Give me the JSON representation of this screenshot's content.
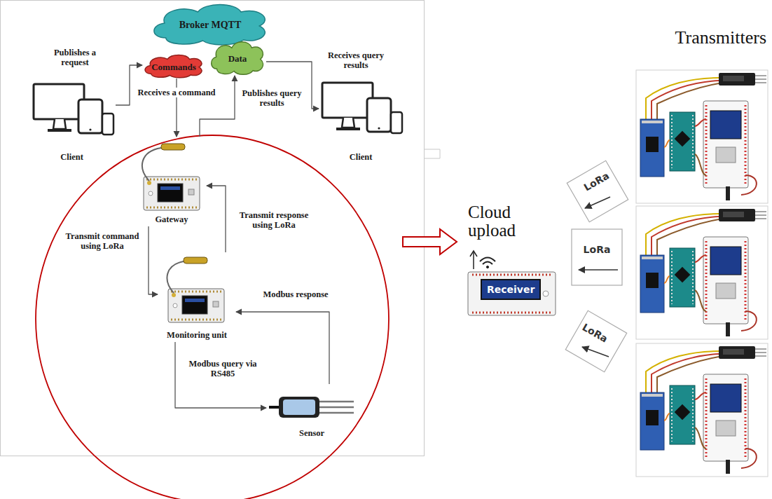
{
  "diagram": {
    "nodes": [
      {
        "text": [
          "Broker MQTT"
        ]
      },
      {
        "text": [
          "Commands"
        ]
      },
      {
        "text": [
          "Data"
        ]
      },
      {
        "text": [
          "Client"
        ]
      },
      {
        "text": [
          "Client"
        ]
      },
      {
        "text": [
          "Gateway"
        ]
      },
      {
        "text": [
          "Monitoring unit"
        ]
      },
      {
        "text": [
          "Sensor"
        ]
      },
      {
        "text": [
          "Receiver"
        ]
      },
      {
        "text": [
          "LoRa"
        ]
      },
      {
        "text": [
          "LoRa"
        ]
      },
      {
        "text": [
          "LoRa"
        ]
      }
    ],
    "edges": [
      {
        "from": 3,
        "to": 1,
        "label": "Publishes a request",
        "arrow": "to"
      },
      {
        "from": 1,
        "to": 5,
        "label": "Receives a command",
        "arrow": "to"
      },
      {
        "from": 5,
        "to": 2,
        "label": "Publishes query results",
        "arrow": "to"
      },
      {
        "from": 2,
        "to": 4,
        "label": "Receives query results",
        "arrow": "to"
      },
      {
        "from": 5,
        "to": 6,
        "label": "Transmit command using LoRa",
        "arrow": "to"
      },
      {
        "from": 6,
        "to": 5,
        "label": "Transmit response using LoRa",
        "arrow": "to"
      },
      {
        "from": 6,
        "to": 7,
        "label": "Modbus query via RS485",
        "arrow": "to"
      },
      {
        "from": 7,
        "to": 6,
        "label": "Modbus response",
        "arrow": "to"
      }
    ],
    "labels": [
      "Cloud upload",
      "Transmitters"
    ]
  }
}
